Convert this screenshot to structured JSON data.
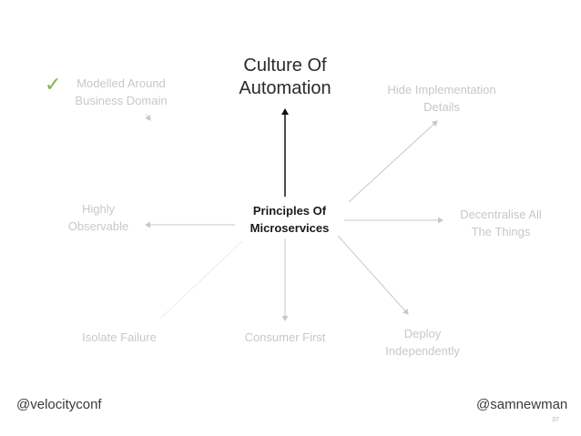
{
  "center": {
    "line1": "Principles Of",
    "line2": "Microservices"
  },
  "principles": {
    "culture": {
      "line1": "Culture Of",
      "line2": "Automation"
    },
    "modelled": {
      "line1": "Modelled Around",
      "line2": "Business Domain"
    },
    "hide": {
      "line1": "Hide Implementation",
      "line2": "Details"
    },
    "observable": {
      "line1": "Highly",
      "line2": "Observable"
    },
    "decentralise": {
      "line1": "Decentralise All",
      "line2": "The Things"
    },
    "isolate": {
      "line1": "Isolate Failure"
    },
    "consumer": {
      "line1": "Consumer First"
    },
    "deploy": {
      "line1": "Deploy",
      "line2": "Independently"
    }
  },
  "check_mark": "✓",
  "footer": {
    "left": "@velocityconf",
    "right": "@samnewman",
    "page": "37"
  },
  "colors": {
    "accent_check": "#7ab648",
    "arrow_dark": "#111111",
    "arrow_light": "#c8c8c8"
  }
}
